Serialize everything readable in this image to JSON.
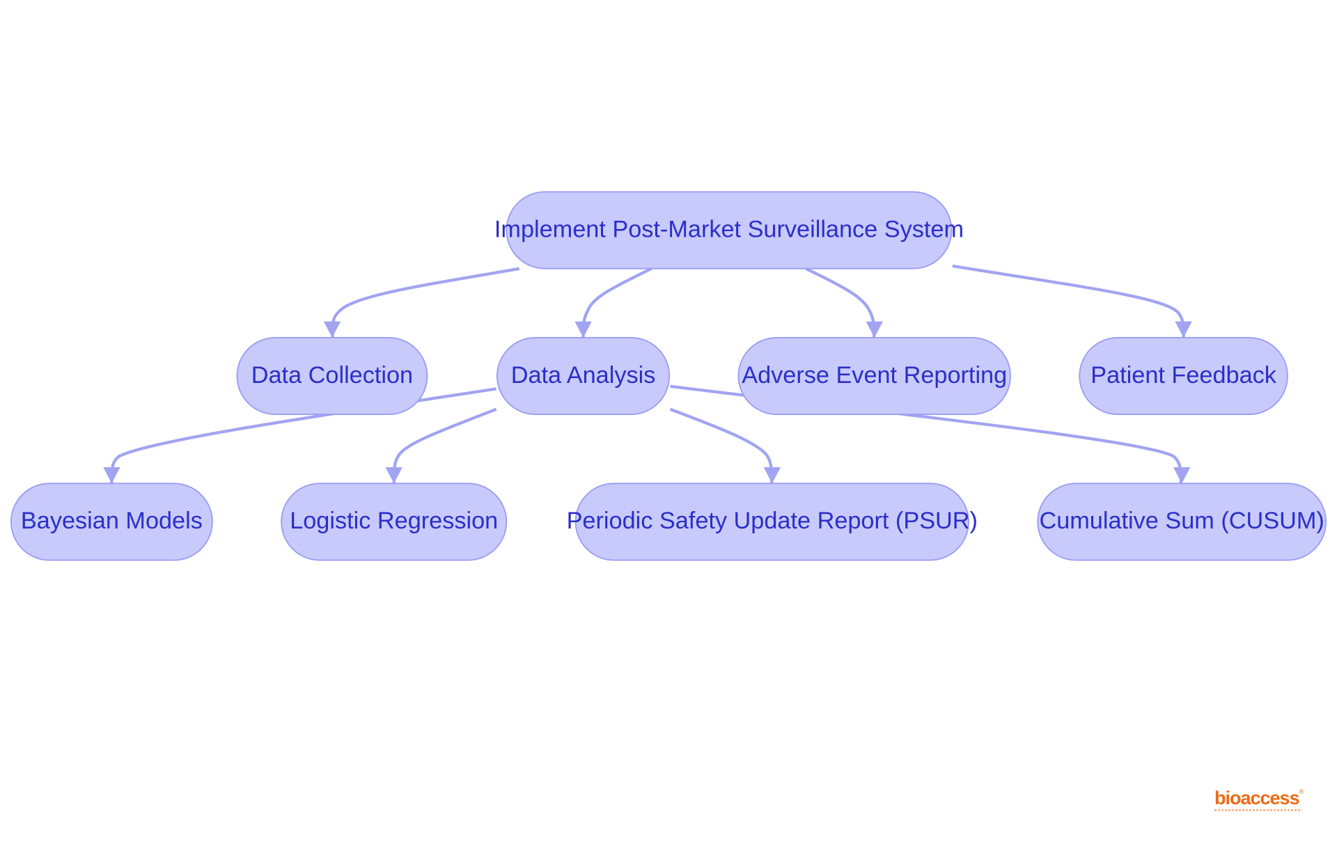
{
  "diagram": {
    "nodes": [
      {
        "id": "root",
        "label": "Implement Post-Market Surveillance System"
      },
      {
        "id": "data-collection",
        "label": "Data Collection"
      },
      {
        "id": "data-analysis",
        "label": "Data Analysis"
      },
      {
        "id": "adverse-event-reporting",
        "label": "Adverse Event Reporting"
      },
      {
        "id": "patient-feedback",
        "label": "Patient Feedback"
      },
      {
        "id": "bayesian-models",
        "label": "Bayesian Models"
      },
      {
        "id": "logistic-regression",
        "label": "Logistic Regression"
      },
      {
        "id": "psur",
        "label": "Periodic Safety Update Report (PSUR)"
      },
      {
        "id": "cusum",
        "label": "Cumulative Sum (CUSUM)"
      }
    ],
    "edges": [
      {
        "from": "root",
        "to": "data-collection"
      },
      {
        "from": "root",
        "to": "data-analysis"
      },
      {
        "from": "root",
        "to": "adverse-event-reporting"
      },
      {
        "from": "root",
        "to": "patient-feedback"
      },
      {
        "from": "data-analysis",
        "to": "bayesian-models"
      },
      {
        "from": "data-analysis",
        "to": "logistic-regression"
      },
      {
        "from": "data-analysis",
        "to": "psur"
      },
      {
        "from": "data-analysis",
        "to": "cusum"
      }
    ]
  },
  "colors": {
    "node_fill": "#c8cafc",
    "node_stroke": "#9a9df2",
    "node_text": "#2b2fc7",
    "edge": "#a1a4f1",
    "logo": "#f06a12"
  },
  "logo": {
    "wordmark": "bioaccess",
    "registered": "®"
  }
}
